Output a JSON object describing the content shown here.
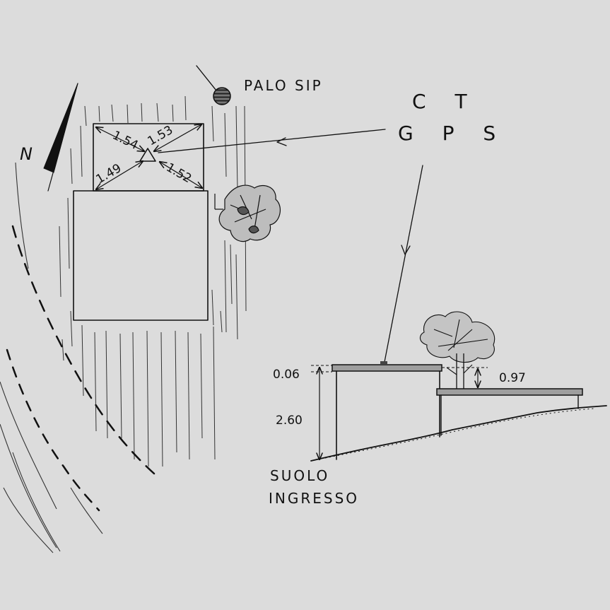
{
  "labels": {
    "north": "N",
    "pole": "PALO SIP",
    "ct": "C T",
    "gps": "G P S",
    "ground_line1": "SUOLO",
    "ground_line2": "INGRESSO"
  },
  "plan_measurements": {
    "top_left": "1.54",
    "top_right": "1.53",
    "bottom_left": "1.49",
    "bottom_right": "1.52"
  },
  "section_measurements": {
    "height": "2.60",
    "slab": "0.06",
    "step": "0.97"
  }
}
